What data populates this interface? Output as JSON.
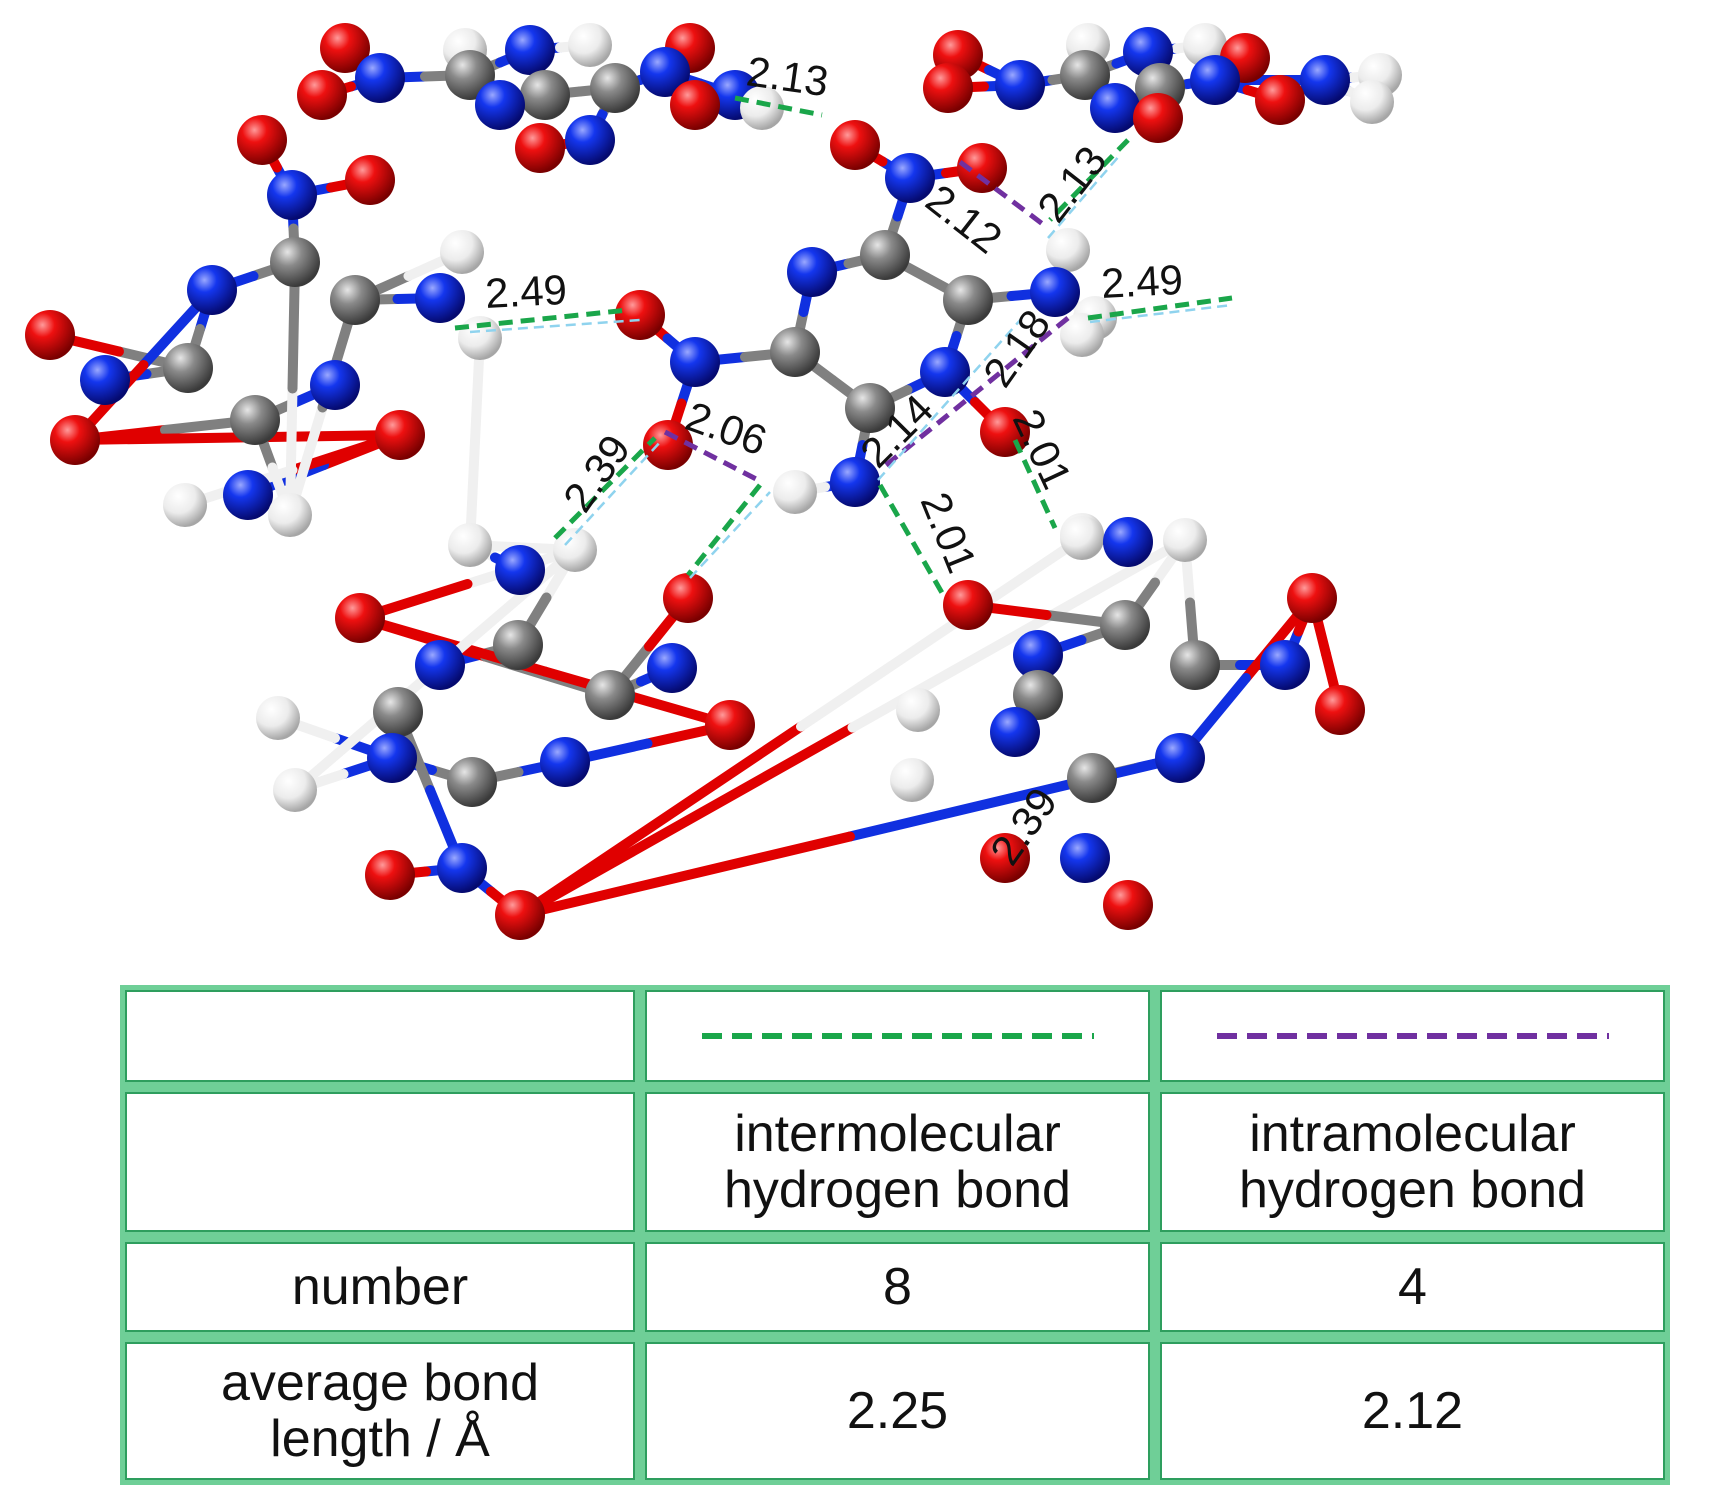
{
  "bond_labels": [
    "2.13",
    "2.13",
    "2.12",
    "2.49",
    "2.49",
    "2.18",
    "2.39",
    "2.06",
    "2.14",
    "2.01",
    "2.01",
    "2.39"
  ],
  "table": {
    "rows": [
      {
        "header": "",
        "values": [
          "",
          ""
        ]
      },
      {
        "header": "",
        "values": [
          "intermolecular\nhydrogen bond",
          "intramolecular\nhydrogen bond"
        ]
      },
      {
        "header": "number",
        "values": [
          "8",
          "4"
        ]
      },
      {
        "header": "average bond\nlength / Å",
        "values": [
          "2.25",
          "2.12"
        ]
      }
    ]
  },
  "colors": {
    "intermolecular": "#1aa64a",
    "intramolecular": "#7030a0",
    "weak_contact": "#8fd3ee",
    "oxygen": "#e00000",
    "nitrogen": "#1030e0",
    "carbon": "#808080",
    "hydrogen": "#f0f0f0",
    "table_border": "#6fcf97"
  },
  "atom_types": [
    "oxygen",
    "nitrogen",
    "carbon",
    "hydrogen"
  ]
}
